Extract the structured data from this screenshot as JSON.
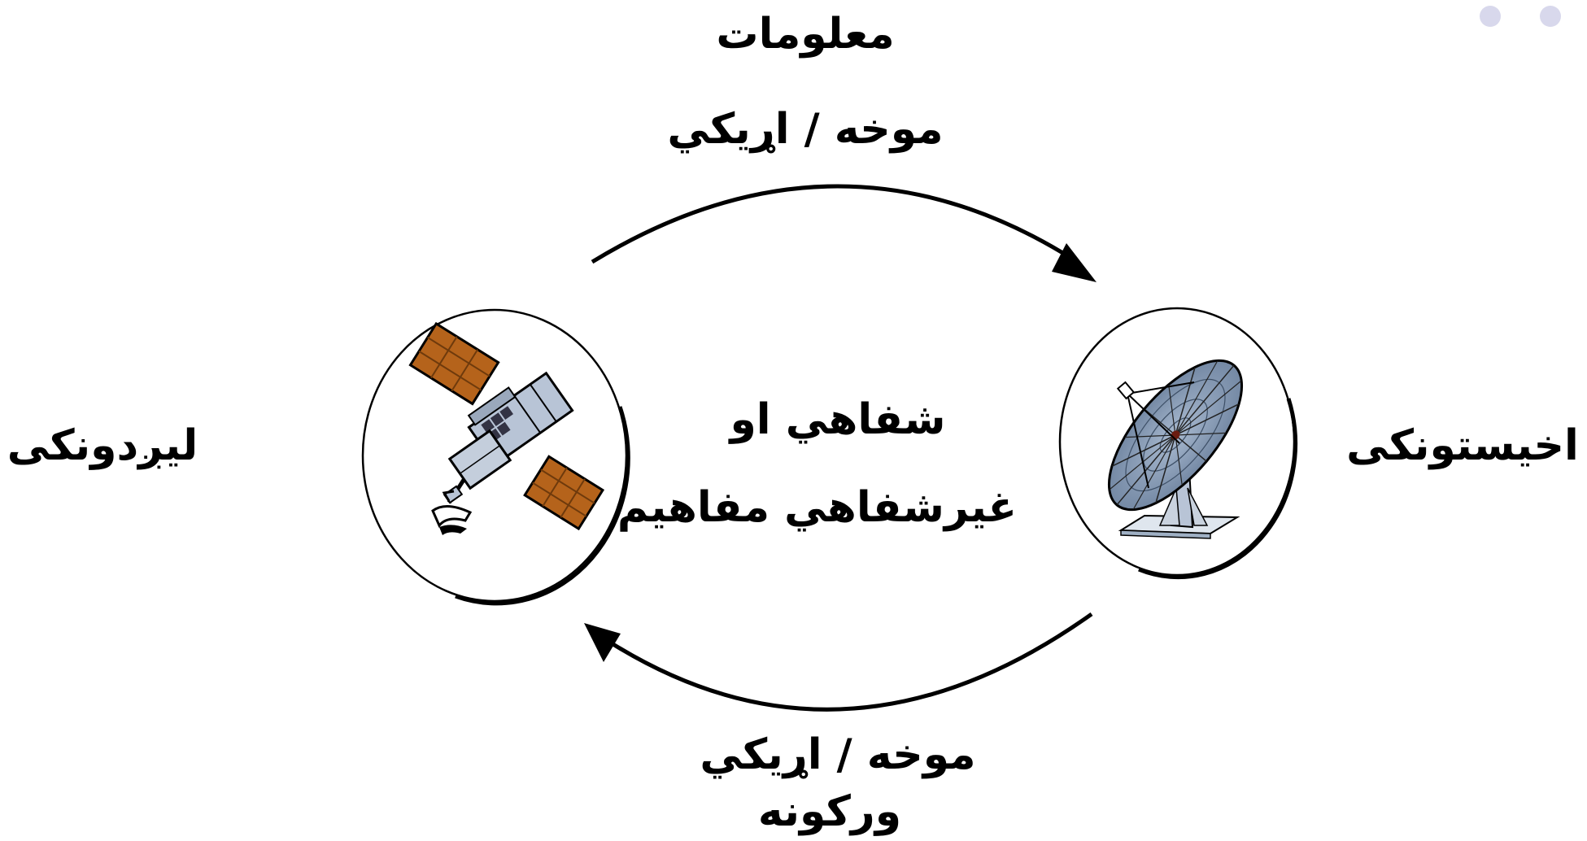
{
  "labels": {
    "top_title": "معلومات",
    "top_arrow": "موخه / اړيکي",
    "center_line1": "شفاهي او",
    "center_line2": "غيرشفاهي مفاهيم",
    "bottom_line1": "موخه / اړيکي",
    "bottom_line2": "ورکونه",
    "sender": "ليږدونکی",
    "receiver": "اخيستونکی"
  },
  "icons": {
    "sender_icon": "satellite-icon",
    "receiver_icon": "satellite-dish-icon"
  },
  "colors": {
    "text": "#000000",
    "panel": "#b5631b",
    "panel_dark": "#6e3a0c",
    "satellite_body": "#b8c4d6",
    "dish": "#8ea2bc",
    "dish_dark": "#3d4f66",
    "corner_dots": "#d8d8ec"
  }
}
